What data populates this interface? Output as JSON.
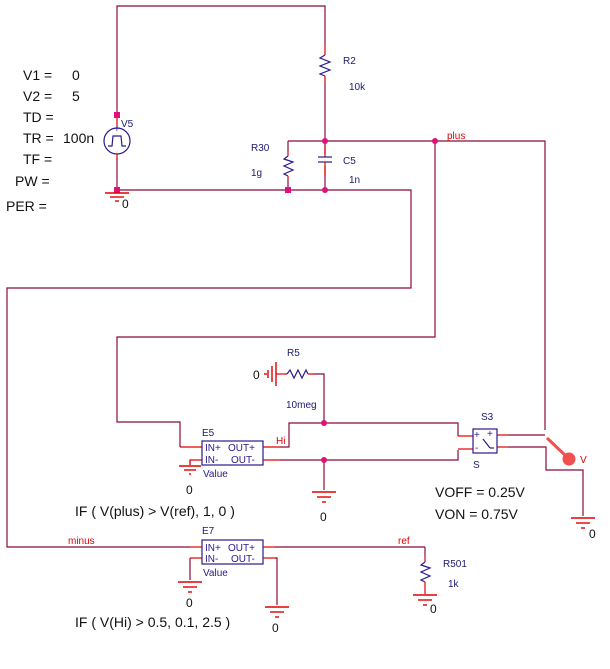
{
  "source_v5": {
    "name": "V5",
    "params": [
      {
        "key": "V1 =",
        "value": "0"
      },
      {
        "key": "V2 =",
        "value": "5"
      },
      {
        "key": "TD =",
        "value": ""
      },
      {
        "key": "TR =",
        "value": "100n"
      },
      {
        "key": "TF =",
        "value": ""
      },
      {
        "key": "PW =",
        "value": ""
      },
      {
        "key": "PER =",
        "value": ""
      }
    ]
  },
  "components": {
    "r2": {
      "name": "R2",
      "value": "10k"
    },
    "r30": {
      "name": "R30",
      "value": "1g"
    },
    "c5": {
      "name": "C5",
      "value": "1n"
    },
    "r5": {
      "name": "R5",
      "value": "10meg"
    },
    "r501": {
      "name": "R501",
      "value": "1k"
    },
    "e5": {
      "name": "E5",
      "pin_in_plus": "IN+",
      "pin_out_plus": "OUT+",
      "pin_in_minus": "IN-",
      "pin_out_minus": "OUT-",
      "value_label": "Value",
      "expression": "IF ( V(plus) > V(ref), 1, 0 )"
    },
    "e7": {
      "name": "E7",
      "pin_in_plus": "IN+",
      "pin_out_plus": "OUT+",
      "pin_in_minus": "IN-",
      "pin_out_minus": "OUT-",
      "value_label": "Value",
      "expression": "IF ( V(Hi) > 0.5, 0.1, 2.5 )"
    },
    "s3": {
      "name": "S3",
      "model": "S",
      "voff": "VOFF = 0.25V",
      "von": "VON = 0.75V"
    }
  },
  "nets": {
    "plus": "plus",
    "minus": "minus",
    "ref": "ref",
    "hi": "Hi",
    "ground": "0"
  },
  "probe": {
    "label": "V",
    "color": "#f05050"
  },
  "colors": {
    "wire": "#8b0a3c",
    "pin": "#e00000",
    "part": "#2a1a8c",
    "junction": "#e0107a"
  }
}
